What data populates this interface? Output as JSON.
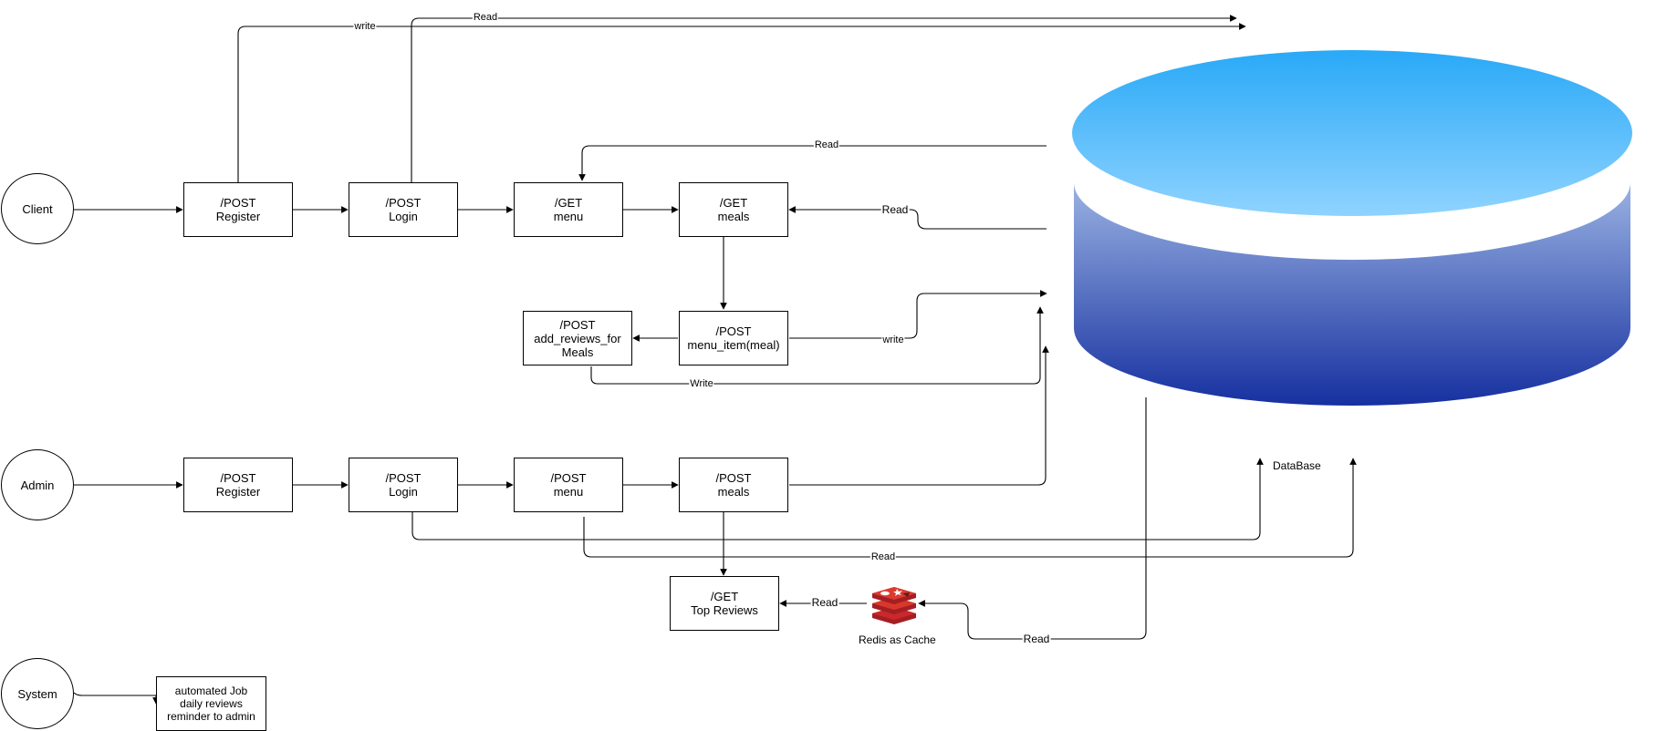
{
  "actors": {
    "client": "Client",
    "admin": "Admin",
    "system": "System"
  },
  "client_flow": {
    "register": "/POST\nRegister",
    "login": "/POST\nLogin",
    "menu": "/GET\nmenu",
    "meals": "/GET\nmeals",
    "menu_item": "/POST\nmenu_item(meal)",
    "add_reviews": "/POST\nadd_reviews_for\nMeals"
  },
  "admin_flow": {
    "register": "/POST\nRegister",
    "login": "/POST\nLogin",
    "menu": "/POST\nmenu",
    "meals": "/POST\nmeals",
    "top_reviews": "/GET\nTop Reviews"
  },
  "system_flow": {
    "job": "automated Job\ndaily reviews\nreminder to admin"
  },
  "edge_labels": {
    "register_write": "write",
    "login_read": "Read",
    "menu_read": "Read",
    "meals_read": "Read",
    "menu_item_write": "write",
    "reviews_write": "Write",
    "admin_read": "Read",
    "cache_to_top_reviews": "Read",
    "db_to_cache": "Read"
  },
  "database": {
    "label": "DataBase",
    "top_color_light": "#8fd3ff",
    "top_color_dark": "#29a9f7",
    "body_color_light": "#9ab3e3",
    "body_color_dark": "#1630a0"
  },
  "cache": {
    "label": "Redis as Cache",
    "icon": "redis-icon",
    "color": "#c9282d"
  }
}
